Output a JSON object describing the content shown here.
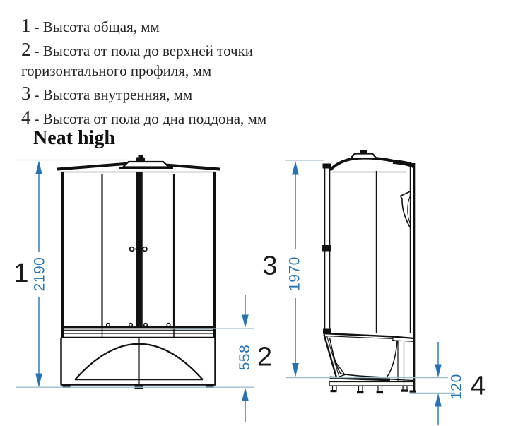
{
  "legend": {
    "items": [
      {
        "num": "1",
        "text": "- Высота общая, мм"
      },
      {
        "num": "2",
        "text": "- Высота от пола до верхней точки горизонтального профиля, мм"
      },
      {
        "num": "3",
        "text": "- Высота внутренняя, мм"
      },
      {
        "num": "4",
        "text": "- Высота от пола до дна поддона, мм"
      }
    ]
  },
  "title": "Neat high",
  "dims": {
    "overall": {
      "label": "1",
      "value": "2190"
    },
    "profile": {
      "label": "2",
      "value": "558"
    },
    "inner": {
      "label": "3",
      "value": "1970"
    },
    "tray": {
      "label": "4",
      "value": "120"
    }
  },
  "colors": {
    "dimension_blue": "#2572b4",
    "extension_line": "#9dbecb",
    "drawing_black": "#111111",
    "text_dark": "#262626"
  }
}
